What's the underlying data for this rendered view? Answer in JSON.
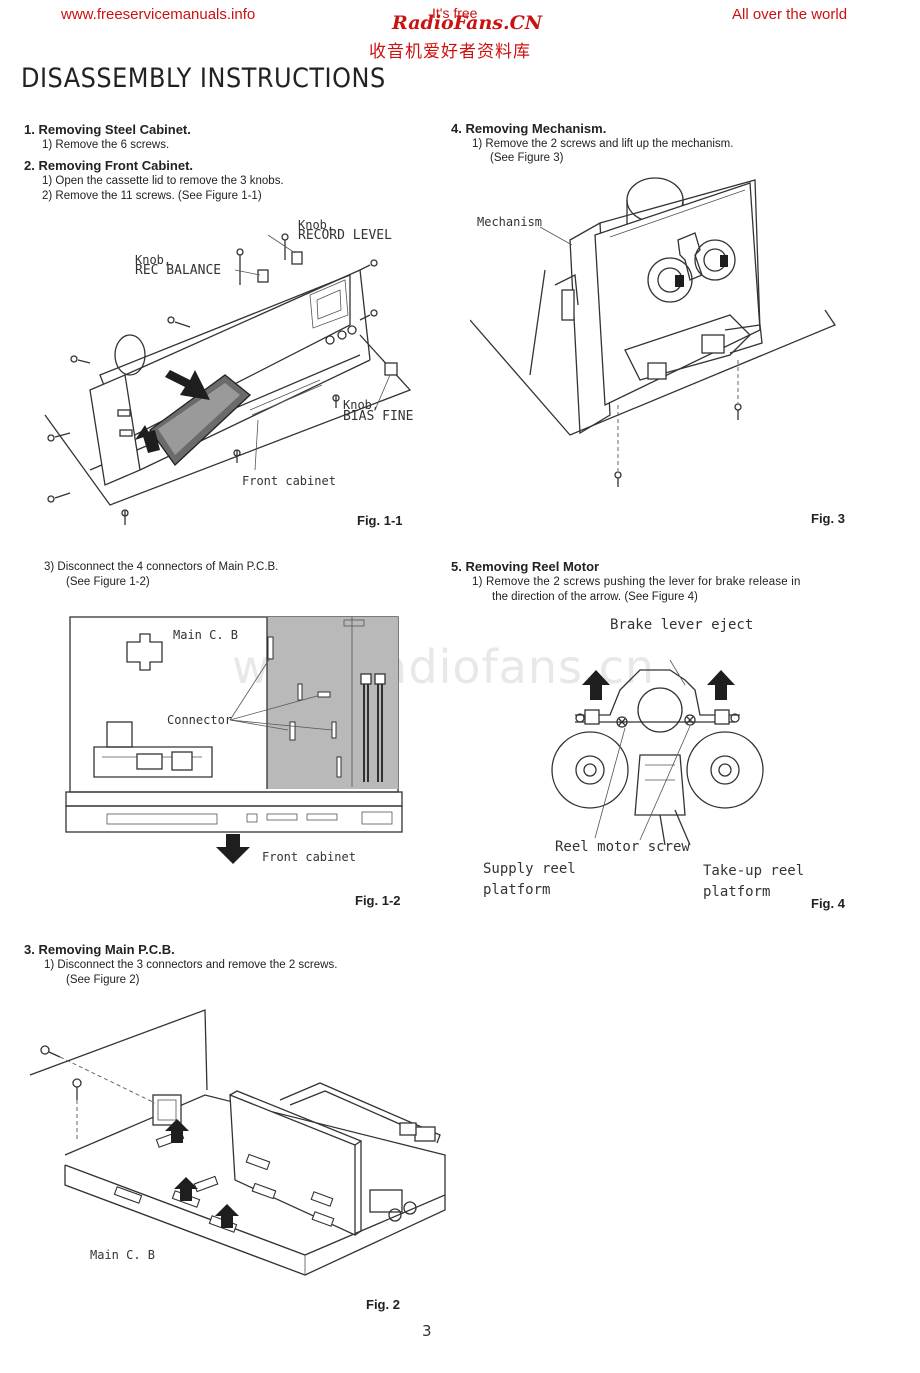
{
  "header": {
    "left_url": "www.freeservicemanuals.info",
    "center_top": "It's free",
    "center_brand": "RadioFans.CN",
    "center_cn": "收音机爱好者资料库",
    "right_text": "All over the world"
  },
  "watermark": "www.radiofans.cn",
  "page_title": "DISASSEMBLY INSTRUCTIONS",
  "sections": {
    "s1": {
      "heading": "1. Removing Steel Cabinet.",
      "steps": [
        "1)  Remove the 6 screws."
      ]
    },
    "s2": {
      "heading": "2. Removing Front Cabinet.",
      "steps": [
        "1)  Open the cassette lid to remove the 3 knobs.",
        "2)  Remove the 11 screws. (See Figure 1-1)"
      ]
    },
    "s2b": {
      "steps": [
        "3)  Disconnect the 4 connectors of Main P.C.B.",
        "(See Figure 1-2)"
      ]
    },
    "s3": {
      "heading": "3. Removing Main P.C.B.",
      "steps": [
        "1)  Disconnect the 3 connectors and remove the 2 screws.",
        "(See Figure 2)"
      ]
    },
    "s4": {
      "heading": "4. Removing Mechanism.",
      "steps": [
        "1)  Remove the 2 screws and  lift up  the mechanism.",
        "(See Figure 3)"
      ]
    },
    "s5": {
      "heading": "5. Removing Reel Motor",
      "steps": [
        "1)  Remove the 2 screws pushing the lever for brake release in",
        "the direction of the arrow. (See Figure 4)"
      ]
    }
  },
  "figures": {
    "fig11": {
      "caption": "Fig. 1-1",
      "labels": {
        "knob_rec_level_1": "Knob,",
        "knob_rec_level_2": "RECORD  LEVEL",
        "knob_rec_bal_1": "Knob,",
        "knob_rec_bal_2": "REC  BALANCE",
        "knob_bias_1": "Knob,",
        "knob_bias_2": "BIAS  FINE",
        "front_cabinet": "Front  cabinet"
      }
    },
    "fig12": {
      "caption": "Fig. 1-2",
      "labels": {
        "main_cb": "Main C. B",
        "connector": "Connector",
        "front_cabinet": "Front  cabinet"
      }
    },
    "fig2": {
      "caption": "Fig. 2",
      "labels": {
        "main_cb": "Main  C. B"
      }
    },
    "fig3": {
      "caption": "Fig. 3",
      "labels": {
        "mechanism": "Mechanism"
      }
    },
    "fig4": {
      "caption": "Fig. 4",
      "labels": {
        "brake_lever": "Brake  lever  eject",
        "reel_motor_screw": "Reel  motor  screw",
        "supply_1": "Supply  reel",
        "supply_2": "platform",
        "takeup_1": "Take-up  reel",
        "takeup_2": "platform"
      }
    }
  },
  "page_number": "3"
}
